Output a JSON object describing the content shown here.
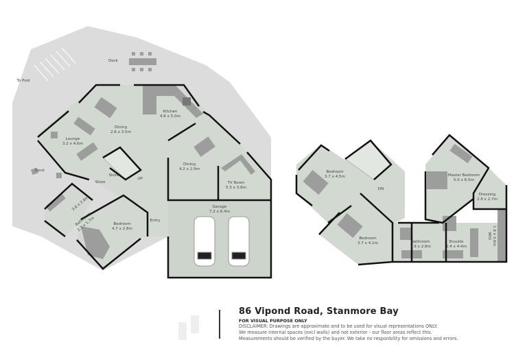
{
  "ground_floor": {
    "rooms": [
      {
        "name": "Deck",
        "dims": ""
      },
      {
        "name": "Deck",
        "dims": ""
      },
      {
        "name": "To Pool",
        "dims": ""
      },
      {
        "name": "Kitchen",
        "dims": "4.6 x 5.0m"
      },
      {
        "name": "Dining",
        "dims": "2.6 x 3.5m"
      },
      {
        "name": "Lounge",
        "dims": "3.2 x 4.6m"
      },
      {
        "name": "Dining",
        "dims": "4.2 x 2.9m"
      },
      {
        "name": "TV Room",
        "dims": "5.3 x 3.8m"
      },
      {
        "name": "Store",
        "dims": ""
      },
      {
        "name": "Store",
        "dims": ""
      },
      {
        "name": "UP",
        "dims": ""
      },
      {
        "name": "",
        "dims": "3.6 x 2.6m"
      },
      {
        "name": "Bathroom",
        "dims": "2.3 x 1.7m"
      },
      {
        "name": "Bedroom",
        "dims": "4.7 x 2.8m"
      },
      {
        "name": "Entry",
        "dims": ""
      },
      {
        "name": "Garage",
        "dims": "7.2 x 6.4m"
      }
    ]
  },
  "first_floor": {
    "rooms": [
      {
        "name": "Bedroom",
        "dims": "3.7 x 4.5m"
      },
      {
        "name": "DN",
        "dims": ""
      },
      {
        "name": "Bedroom",
        "dims": "3.7 x 4.1m"
      },
      {
        "name": "Master Bedroom",
        "dims": "5.0 x 6.5m"
      },
      {
        "name": "Dressing",
        "dims": "2.9 x 2.7m"
      },
      {
        "name": "Bathroom",
        "dims": "2.9 x 2.8m"
      },
      {
        "name": "Ensuite",
        "dims": "2.4 x 4.4m"
      },
      {
        "name": "WIO",
        "dims": "1.9 x 3.6m"
      }
    ]
  },
  "footer": {
    "address": "86 Vipond Road, Stanmore Bay",
    "notice": "FOR VISUAL PURPOSE ONLY",
    "disclaimer": [
      "DISCLAIMER:  Drawings are approximate and to be used for visual representations ONLY.",
      "We measure internal spaces (excl walls) and not exterior - our floor areas reflect this.",
      "Measurements should be verified by the buyer. We take no responbility for omissions and errors."
    ]
  },
  "colors": {
    "deck": "#dcdcdc",
    "room": "#d2d9d1",
    "wall": "#111111",
    "furniture": "#9d9d9d"
  }
}
